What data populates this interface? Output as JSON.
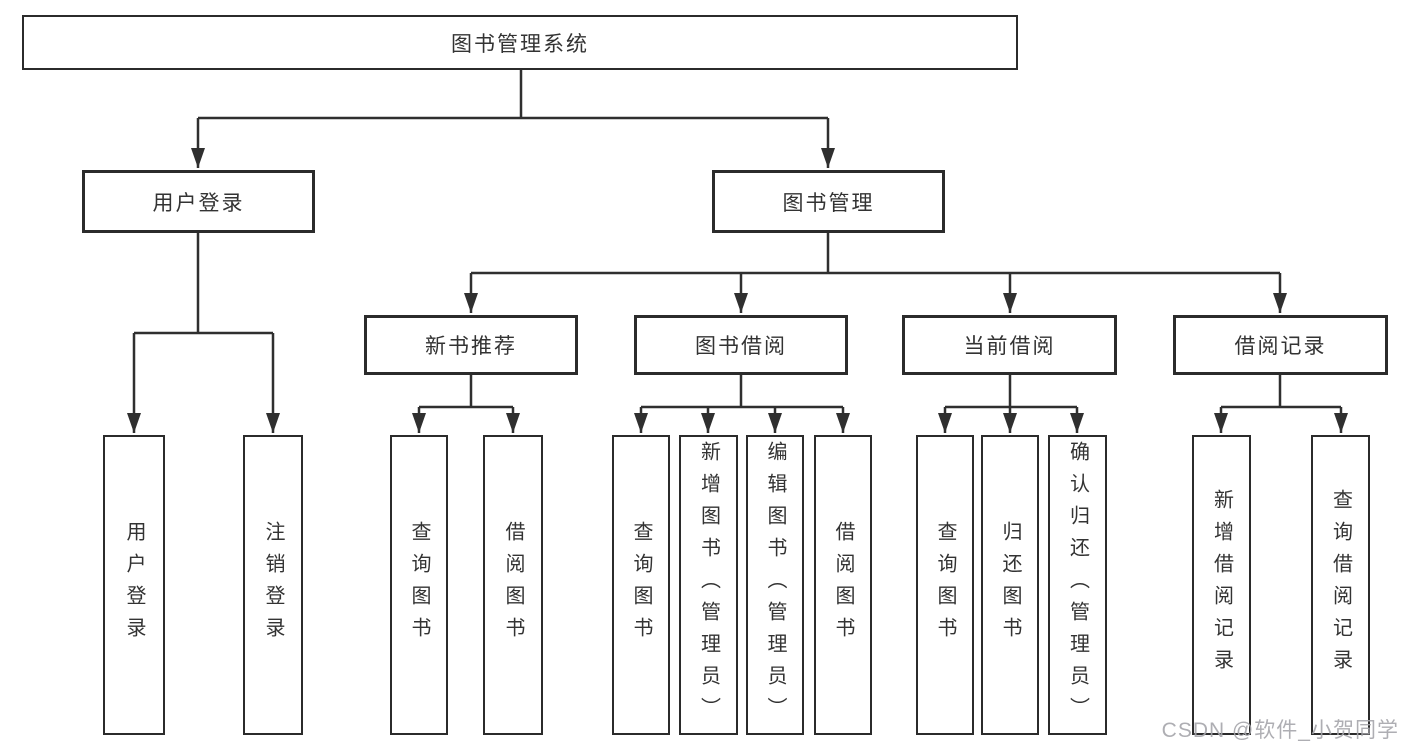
{
  "diagram": {
    "root": "图书管理系统",
    "level2": [
      "用户登录",
      "图书管理"
    ],
    "level3": [
      "新书推荐",
      "图书借阅",
      "当前借阅",
      "借阅记录"
    ],
    "leaves": {
      "user_login": [
        "用户登录",
        "注销登录"
      ],
      "new_book": [
        "查询图书",
        "借阅图书"
      ],
      "book_borrow": [
        "查询图书",
        "新增图书（管理员）",
        "编辑图书（管理员）",
        "借阅图书"
      ],
      "current_borrow": [
        "查询图书",
        "归还图书",
        "确认归还（管理员）"
      ],
      "borrow_records": [
        "新增借阅记录",
        "查询借阅记录"
      ]
    }
  },
  "watermark": "CSDN @软件_小贺同学",
  "colors": {
    "line": "#2f2f2f",
    "box_border": "#2b2b2b",
    "box_fill": "#ffffff",
    "text": "#333333",
    "watermark": "#a6a6ab"
  }
}
